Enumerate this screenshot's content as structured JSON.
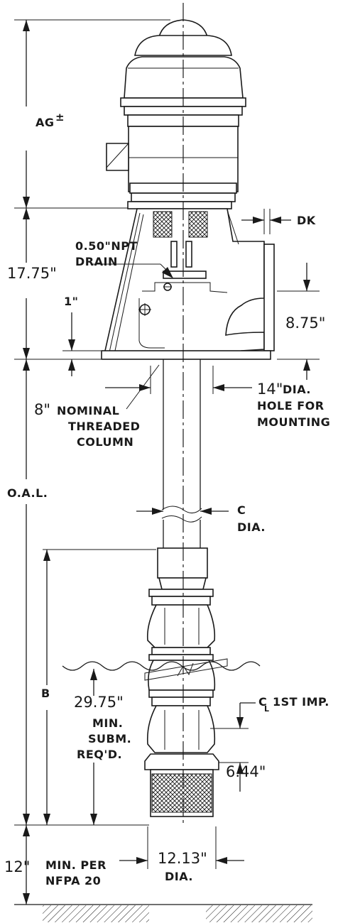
{
  "labels": {
    "ag": "AG",
    "ag_suffix": "±",
    "drain_1": "0.50\"NPT",
    "drain_2": "DRAIN",
    "dim_1775": "17.75\"",
    "dim_1in": "1\"",
    "dk": "DK",
    "dim_875": "8.75\"",
    "nominal_num": "8\"",
    "nominal_1": "NOMINAL",
    "nominal_2": "THREADED",
    "nominal_3": "COLUMN",
    "hole_num": "14\"",
    "hole_1": "DIA.",
    "hole_2": "HOLE FOR",
    "hole_3": "MOUNTING",
    "c_dia_1": "C",
    "c_dia_2": "DIA.",
    "oal": "O.A.L.",
    "b": "B",
    "subm_num": "29.75\"",
    "subm_1": "MIN.",
    "subm_2": "SUBM.",
    "subm_3": "REQ'D.",
    "first_imp_c": "C",
    "first_imp_l": "L",
    "first_imp": "1ST IMP.",
    "dim_644": "6.44\"",
    "dim_1213": "12.13\"",
    "dim_1213_dia": "DIA.",
    "dim_12": "12\"",
    "nfpa_1": "MIN. PER",
    "nfpa_2": "NFPA 20"
  }
}
